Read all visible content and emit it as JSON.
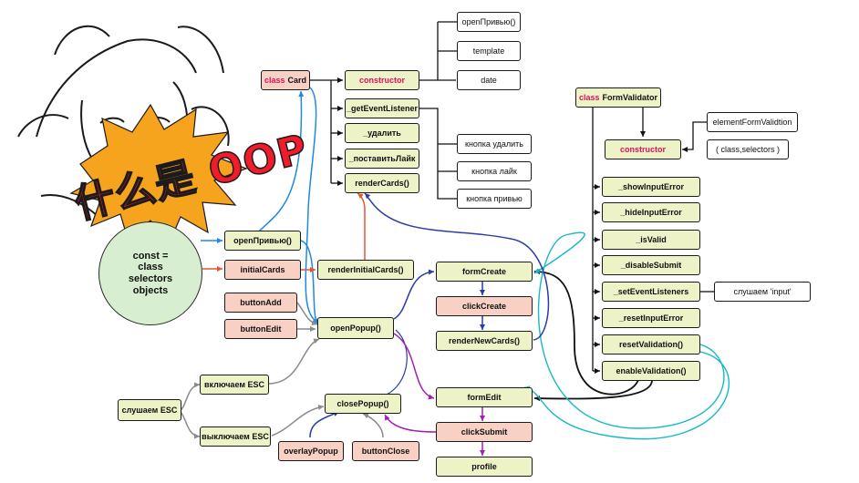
{
  "colors": {
    "node_yellow": "#eef3c7",
    "node_pink": "#f9d0c4",
    "keyword": "#e0115f",
    "burst_orange": "#f6a31e",
    "burst_text": "#f01c2c",
    "circle_green": "#d7eed0",
    "arrow_blue": "#1f88e5",
    "arrow_red": "#e8542f",
    "arrow_navy": "#2b3ba8",
    "arrow_purple": "#a020b0",
    "arrow_gray": "#8a8a8a",
    "arrow_cyan": "#17b8c6",
    "arrow_black": "#111111"
  },
  "meme": {
    "title": "什么是 OOP",
    "illustration": "jackie-chan-confused-meme"
  },
  "circle": {
    "lines": [
      "const =",
      "class",
      "selectors",
      "objects"
    ]
  },
  "nodes": {
    "class_card": {
      "keyword": "class",
      "name": "Card"
    },
    "constructor_card": "constructor",
    "open_privyu_card": "openПривью()",
    "template": "template",
    "date": "date",
    "get_event_listener": "_getEventListener",
    "udalit": "_удалить",
    "postavit_layk": "_поставитьЛайк",
    "render_cards": "renderCards()",
    "knopka_udalit": "кнопка удалить",
    "knopka_layk": "кнопка лайк",
    "knopka_privyu": "кнопка привью",
    "class_form_validator": {
      "keyword": "class",
      "name": "FormValidator"
    },
    "constructor_fv": "constructor",
    "element_form_validation": "elementFormValidtion",
    "class_selectors": "( class,selectors )",
    "show_input_error": "_showInputError",
    "hide_input_error": "_hideInputError",
    "is_valid": "_isValid",
    "disable_submit": "_disableSubmit",
    "set_event_listeners": "_setEventListeners",
    "slushaem_input": "слушаем 'input'",
    "reset_input_error": "_resetInputError",
    "reset_validation": "resetValidation()",
    "enable_validation": "enableValidation()",
    "open_privyu": "openПривью()",
    "initial_cards": "initialCards",
    "render_initial_cards": "renderInitialCards()",
    "form_create": "formCreate",
    "click_create": "clickCreate",
    "render_new_cards": "renderNewCards()",
    "button_add": "buttonAdd",
    "button_edit": "buttonEdit",
    "open_popup": "openPopup()",
    "vklyuchaem_esc": "включаем ESC",
    "slushaem_esc": "слушаем ESC",
    "vyklyuchaem_esc": "выключаем ESC",
    "close_popup": "closePopup()",
    "overlay_popup": "overlayPopup",
    "button_close": "buttonClose",
    "form_edit": "formEdit",
    "click_submit": "clickSubmit",
    "profile": "profile"
  }
}
